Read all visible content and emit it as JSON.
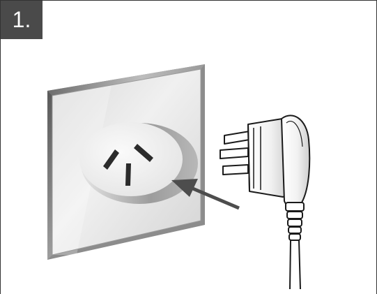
{
  "step": {
    "number_label": "1."
  },
  "illustration": {
    "wall_plate_icon": "wall-socket-plate",
    "socket_icon": "australian-power-outlet",
    "plug_icon": "power-plug",
    "arrow_icon": "insert-arrow",
    "colors": {
      "badge": "#4a4a4a",
      "plate_light": "#e2e2e2",
      "plate_dark": "#a7a7a7",
      "socket_face": "#f2f2f2",
      "arrow": "#4d4d4d"
    }
  }
}
